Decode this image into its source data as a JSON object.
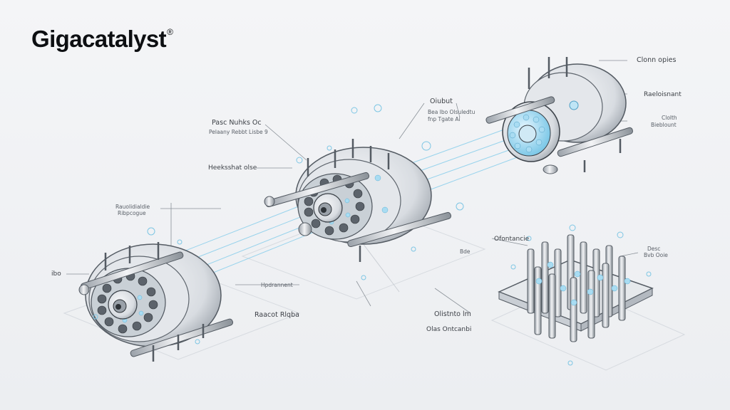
{
  "brand": {
    "name": "Gigacatalyst",
    "mark": "®"
  },
  "labels": {
    "top_right_1": "Clonn opies",
    "top_right_2": "Raeloisnant",
    "top_right_3a": "Clolth",
    "top_right_3b": "Bieblount",
    "outlet": "Oiubut",
    "outlet_sub_1": "Bea lbo Olsuledtu",
    "outlet_sub_2": "fnp  Tgate  Ai",
    "center_top_1": "Pasc Nuhks Oc",
    "center_top_2": "Pelaany Rebbt Lisbe 9",
    "center_left": "Heeksshat olse",
    "left_1": "Rauolidialdie",
    "left_2": "Ribpcogue",
    "far_left": "ibo",
    "hydro": "Hpdrannent",
    "react": "Raacot Rlqba",
    "mid_small": "Bde",
    "distance": "Ofontancie",
    "dsub_1": "Desc",
    "dsub_2": "Bvb  Ooie",
    "bottom_center_1": "Olistnto lm",
    "bottom_center_2": "Olas Ontcanbi"
  }
}
